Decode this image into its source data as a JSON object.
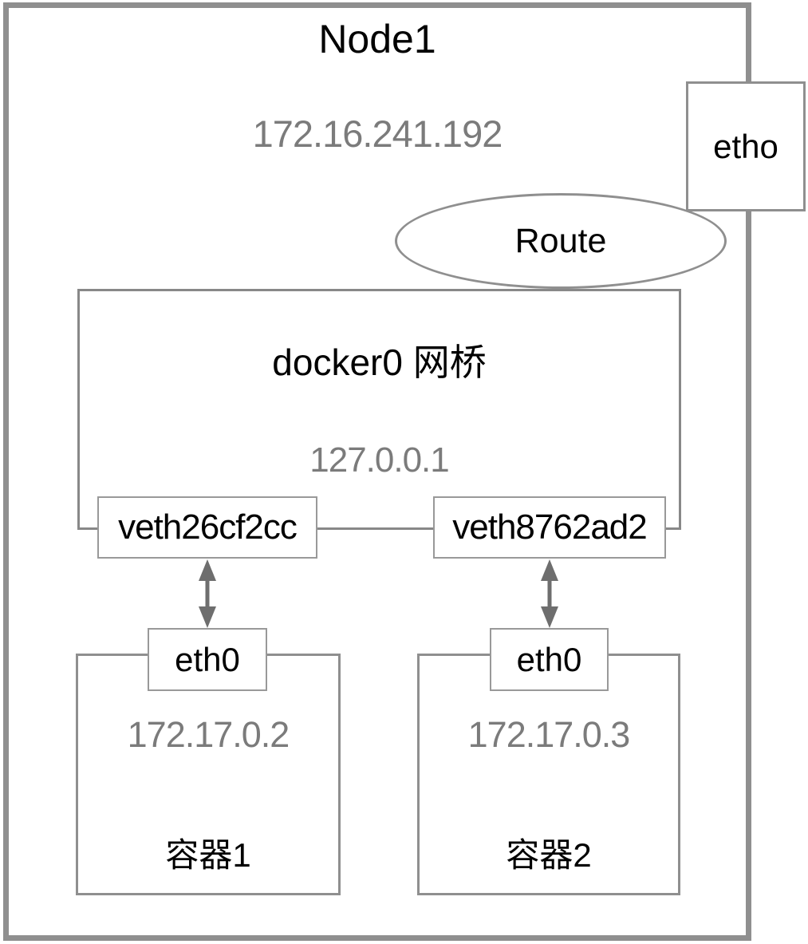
{
  "node": {
    "title": "Node1",
    "ip": "172.16.241.192",
    "external_interface": "etho",
    "route_label": "Route"
  },
  "bridge": {
    "title": "docker0 网桥",
    "ip": "127.0.0.1",
    "veth_interfaces": [
      {
        "name": "veth26cf2cc"
      },
      {
        "name": "veth8762ad2"
      }
    ]
  },
  "containers": [
    {
      "interface": "eth0",
      "ip": "172.17.0.2",
      "label": "容器1"
    },
    {
      "interface": "eth0",
      "ip": "172.17.0.3",
      "label": "容器2"
    }
  ],
  "colors": {
    "node_border": "#8f8f8f",
    "box_border": "#999999",
    "bridge_border": "#888888",
    "gray_text": "#7b7b7b",
    "black_text": "#000000",
    "arrow": "#6e6e6e"
  }
}
